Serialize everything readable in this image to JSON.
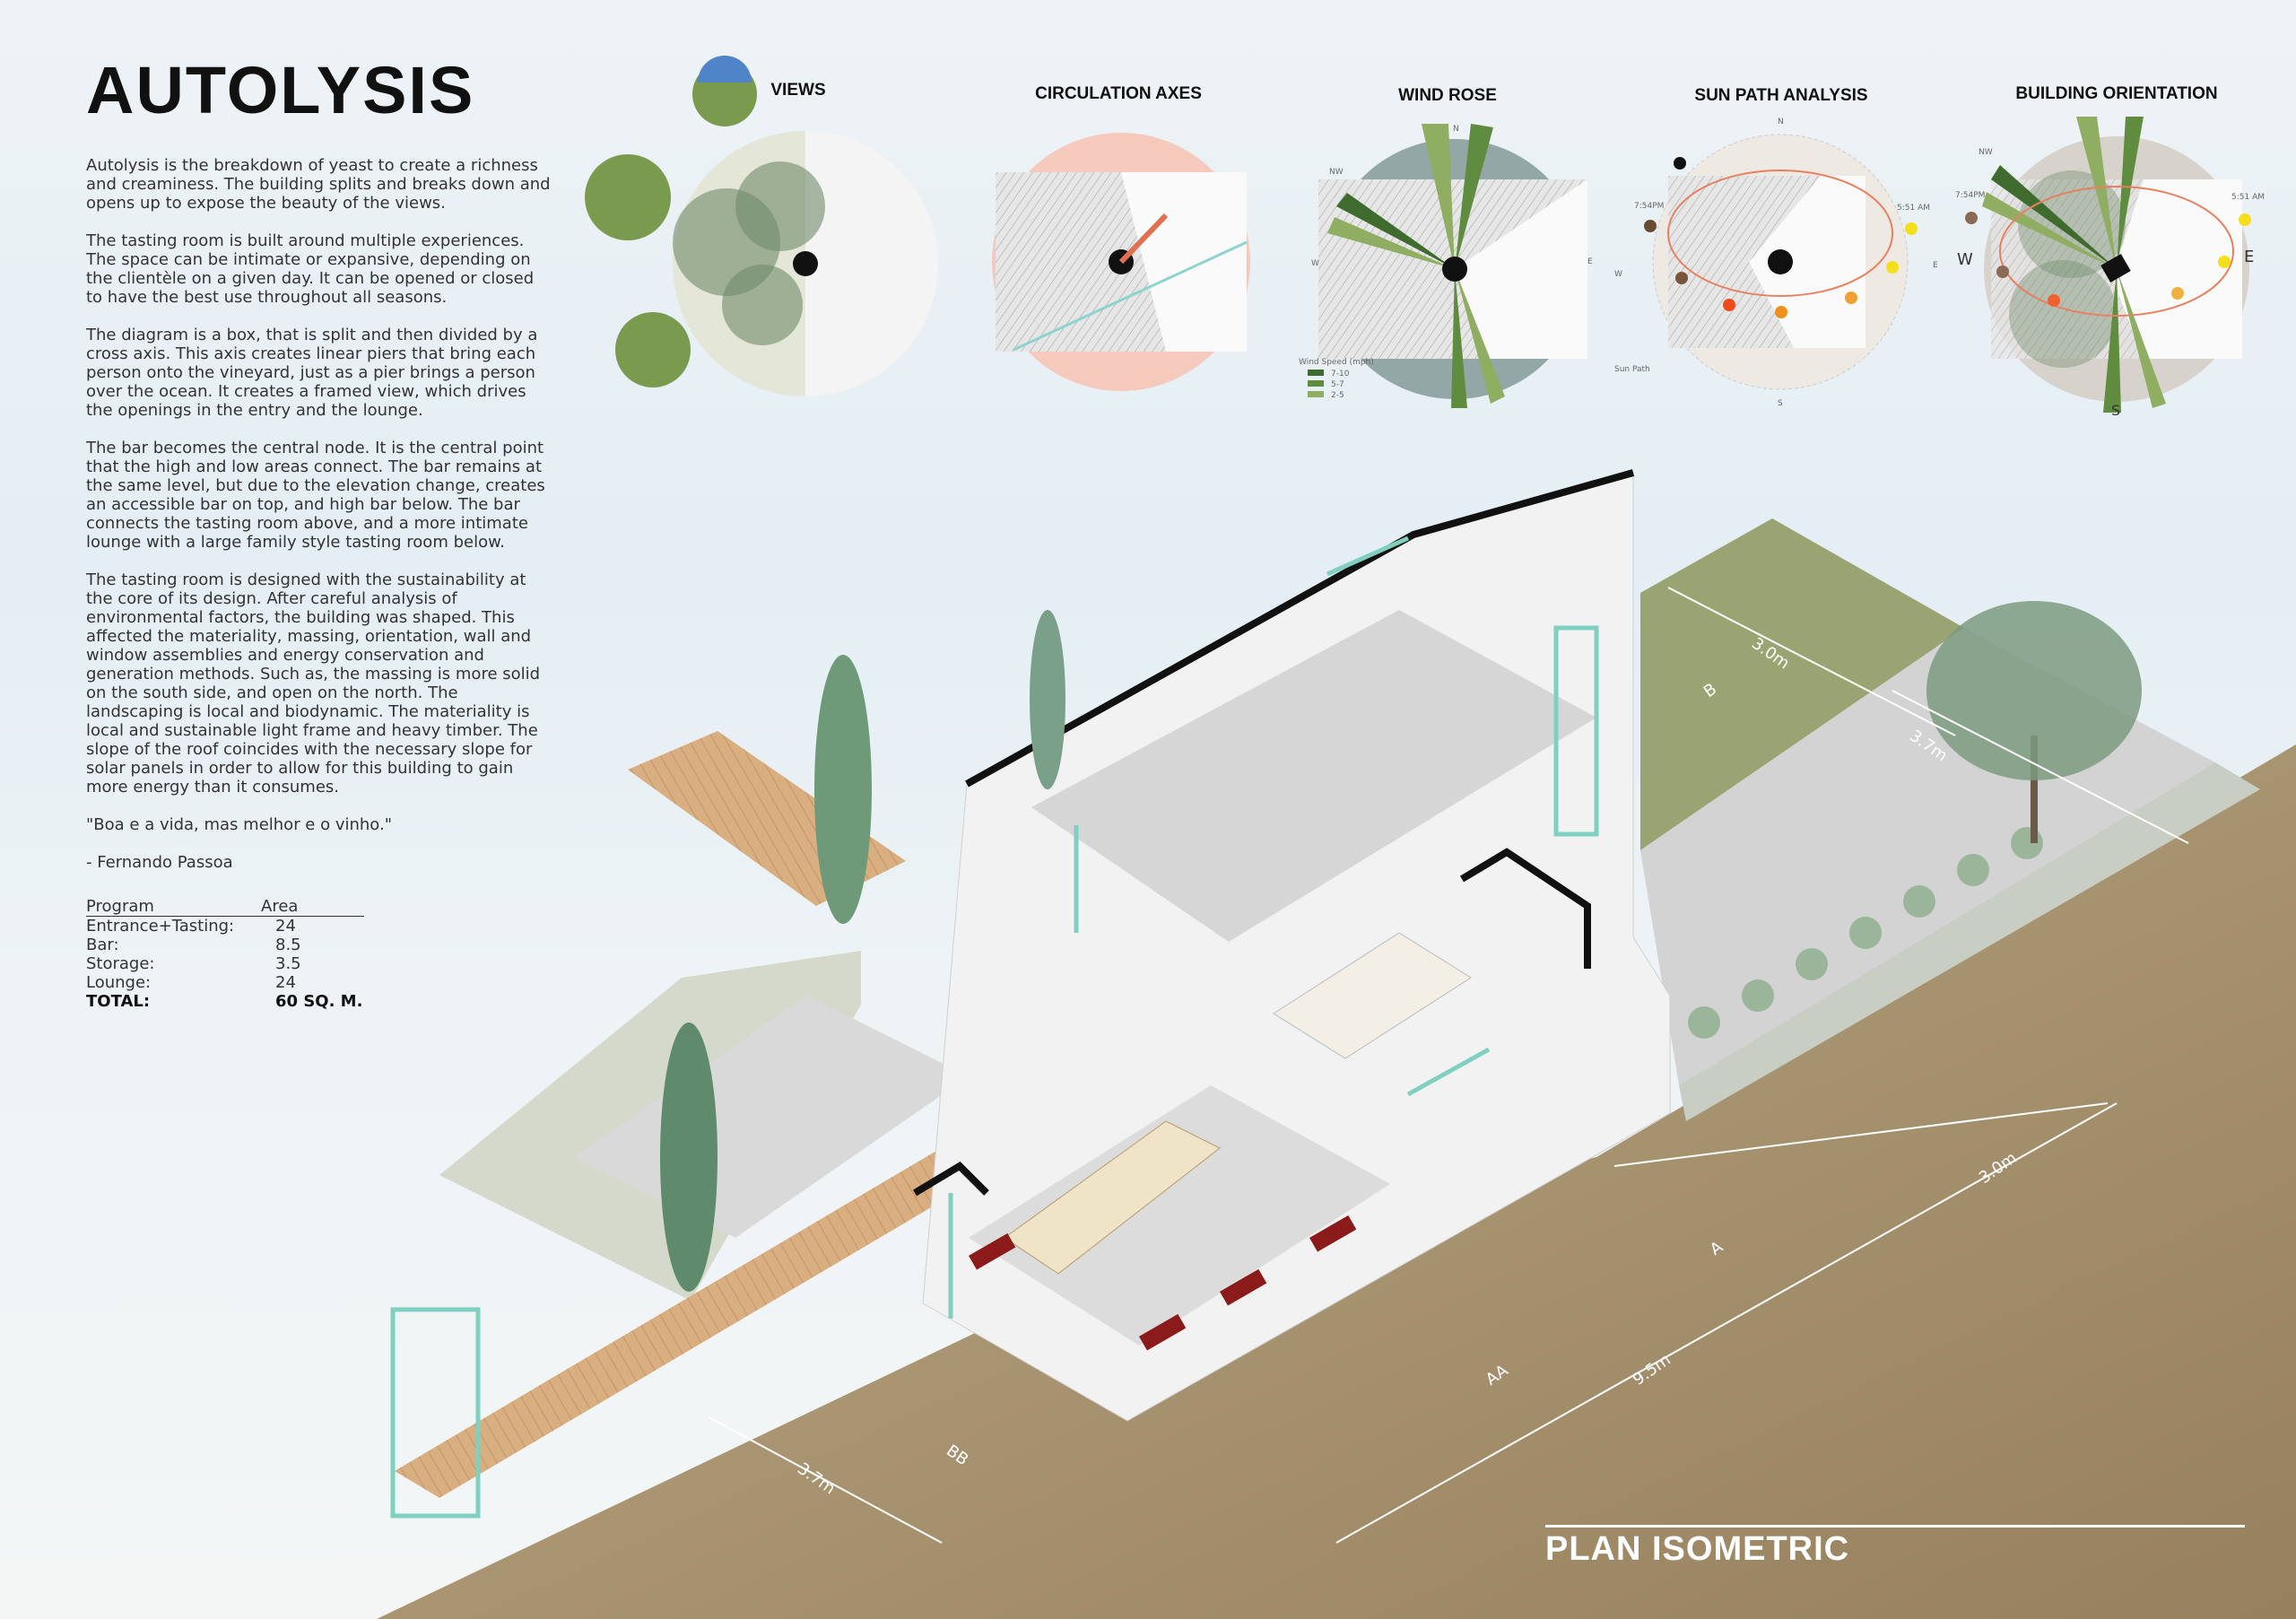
{
  "title": "AUTOLYSIS",
  "paragraphs": [
    "Autolysis is the breakdown of yeast to create a richness and creaminess. The building splits and breaks down and opens up to expose the beauty of the views.",
    "The tasting room is built around multiple experiences. The space can be intimate or expansive, depending on the clientèle on a given day. It can be opened or closed to have the best use throughout all seasons.",
    "The diagram is a box, that is split and then divided by a cross axis. This axis creates linear piers that bring each person onto the vineyard, just as a pier brings a person over the ocean. It creates a framed view, which drives the openings in the entry and the lounge.",
    "The bar becomes the central node. It is the central point that the high and low areas connect. The bar remains at the same level, but due to the elevation change, creates an accessible bar on top, and high bar below. The bar connects the tasting room above, and a more intimate lounge with a large family style tasting room below.",
    "The tasting room is designed with the sustainability at the core of its design. After careful analysis of environmental factors, the building was shaped. This affected the materiality, massing, orientation, wall and window assemblies and energy conservation and generation methods. Such as, the massing is more solid on the south side, and open on the north.  The landscaping is local and biodynamic. The materiality is local and sustainable light frame and heavy timber. The slope of the roof coincides with the necessary slope for solar panels in order to allow for this building to gain more energy than it consumes."
  ],
  "quote": "\"Boa e a vida, mas melhor e o vinho.\"",
  "quote_author": "- Fernando Passoa",
  "program": {
    "headers": [
      "Program",
      "Area"
    ],
    "rows": [
      {
        "name": "Entrance+Tasting:",
        "area": "24"
      },
      {
        "name": "Bar:",
        "area": "8.5"
      },
      {
        "name": "Storage:",
        "area": "3.5"
      },
      {
        "name": "Lounge:",
        "area": "24"
      }
    ],
    "total_label": "TOTAL:",
    "total_value": "60 SQ. M."
  },
  "diagrams": {
    "views": {
      "title": "VIEWS"
    },
    "circulation": {
      "title": "CIRCULATION AXES"
    },
    "wind_rose": {
      "title": "WIND ROSE",
      "compass": {
        "n": "N",
        "nw": "NW",
        "w": "W",
        "e": "E"
      },
      "legend_title": "Wind Speed (mph)",
      "legend": [
        {
          "label": "7-10",
          "color": "#3f6b2e"
        },
        {
          "label": "5-7",
          "color": "#5f8c3e"
        },
        {
          "label": "2-5",
          "color": "#8fae62"
        }
      ]
    },
    "sun_path": {
      "title": "SUN PATH ANALYSIS",
      "sunset": "7:54PM",
      "sunrise": "5:51 AM",
      "label": "Sun Path",
      "compass": {
        "n": "N",
        "w": "W",
        "e": "E",
        "s": "S"
      }
    },
    "orientation": {
      "title": "BUILDING ORIENTATION",
      "sunset": "7:54PM",
      "sunrise": "5:51 AM",
      "compass": {
        "nw": "NW",
        "w": "W",
        "e": "E",
        "s": "S"
      }
    }
  },
  "isometric": {
    "label": "PLAN ISOMETRIC",
    "dimensions": {
      "d1": "3.0m",
      "d2": "3.7m",
      "d3": "3.0m",
      "d4": "9.5m",
      "d5": "3.7m"
    },
    "sections": {
      "a": "A",
      "aa": "AA",
      "b": "B",
      "bb": "BB"
    }
  },
  "colors": {
    "accent_green": "#5f8c3e",
    "wood": "#d7ab7c",
    "ground": "#a18a63",
    "glass": "#7fd0c0"
  }
}
